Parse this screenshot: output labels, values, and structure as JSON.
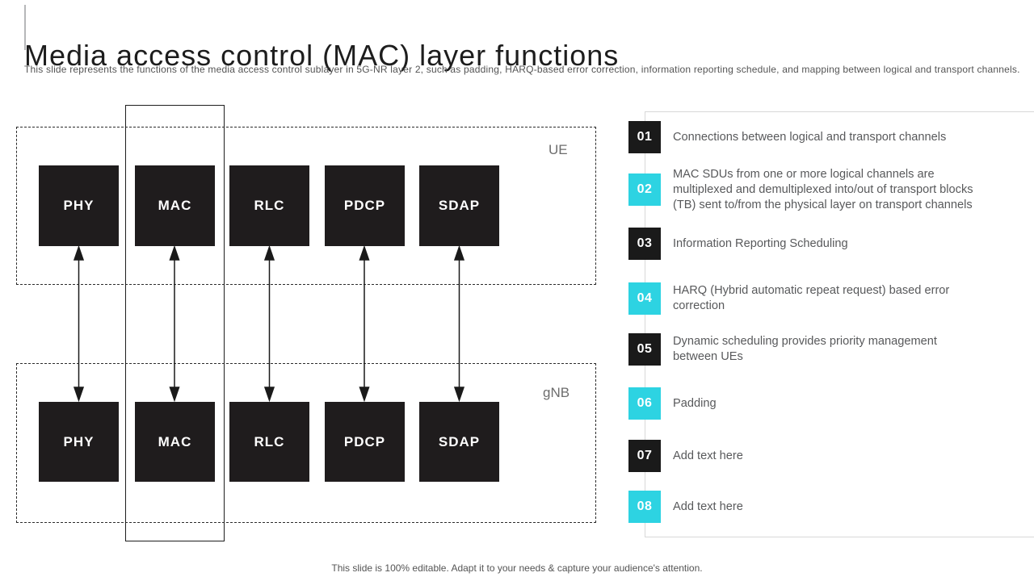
{
  "slide": {
    "title": "Media access control (MAC) layer functions",
    "subtitle": "This slide represents the functions of the media access control sublayer in 5G-NR layer 2, such as padding, HARQ-based error correction, information reporting schedule, and mapping between logical and transport channels.",
    "footer": "This slide is 100% editable. Adapt it to your needs & capture your audience's attention."
  },
  "diagram": {
    "groups": [
      {
        "label": "UE"
      },
      {
        "label": "gNB"
      }
    ],
    "layers": [
      "PHY",
      "MAC",
      "RLC",
      "PDCP",
      "SDAP"
    ],
    "highlighted_layer": "MAC"
  },
  "functions_list": {
    "items": [
      {
        "number": "01",
        "text": "Connections between logical and transport channels"
      },
      {
        "number": "02",
        "text": "MAC SDUs from one or more logical channels are\nmultiplexed and demultiplexed into/out of transport blocks\n(TB) sent to/from the physical layer on transport channels"
      },
      {
        "number": "03",
        "text": "Information Reporting Scheduling"
      },
      {
        "number": "04",
        "text": "HARQ (Hybrid automatic repeat request) based error\ncorrection"
      },
      {
        "number": "05",
        "text": "Dynamic scheduling provides priority management\nbetween UEs"
      },
      {
        "number": "06",
        "text": "Padding"
      },
      {
        "number": "07",
        "text": "Add text here"
      },
      {
        "number": "08",
        "text": "Add text here"
      }
    ]
  },
  "colors": {
    "badge_dark": "#1a1a1a",
    "badge_cyan": "#2dd3e2",
    "block_bg": "#1f1c1d",
    "panel_border": "#d8d8d8",
    "body_text_gray": "#58595b"
  }
}
